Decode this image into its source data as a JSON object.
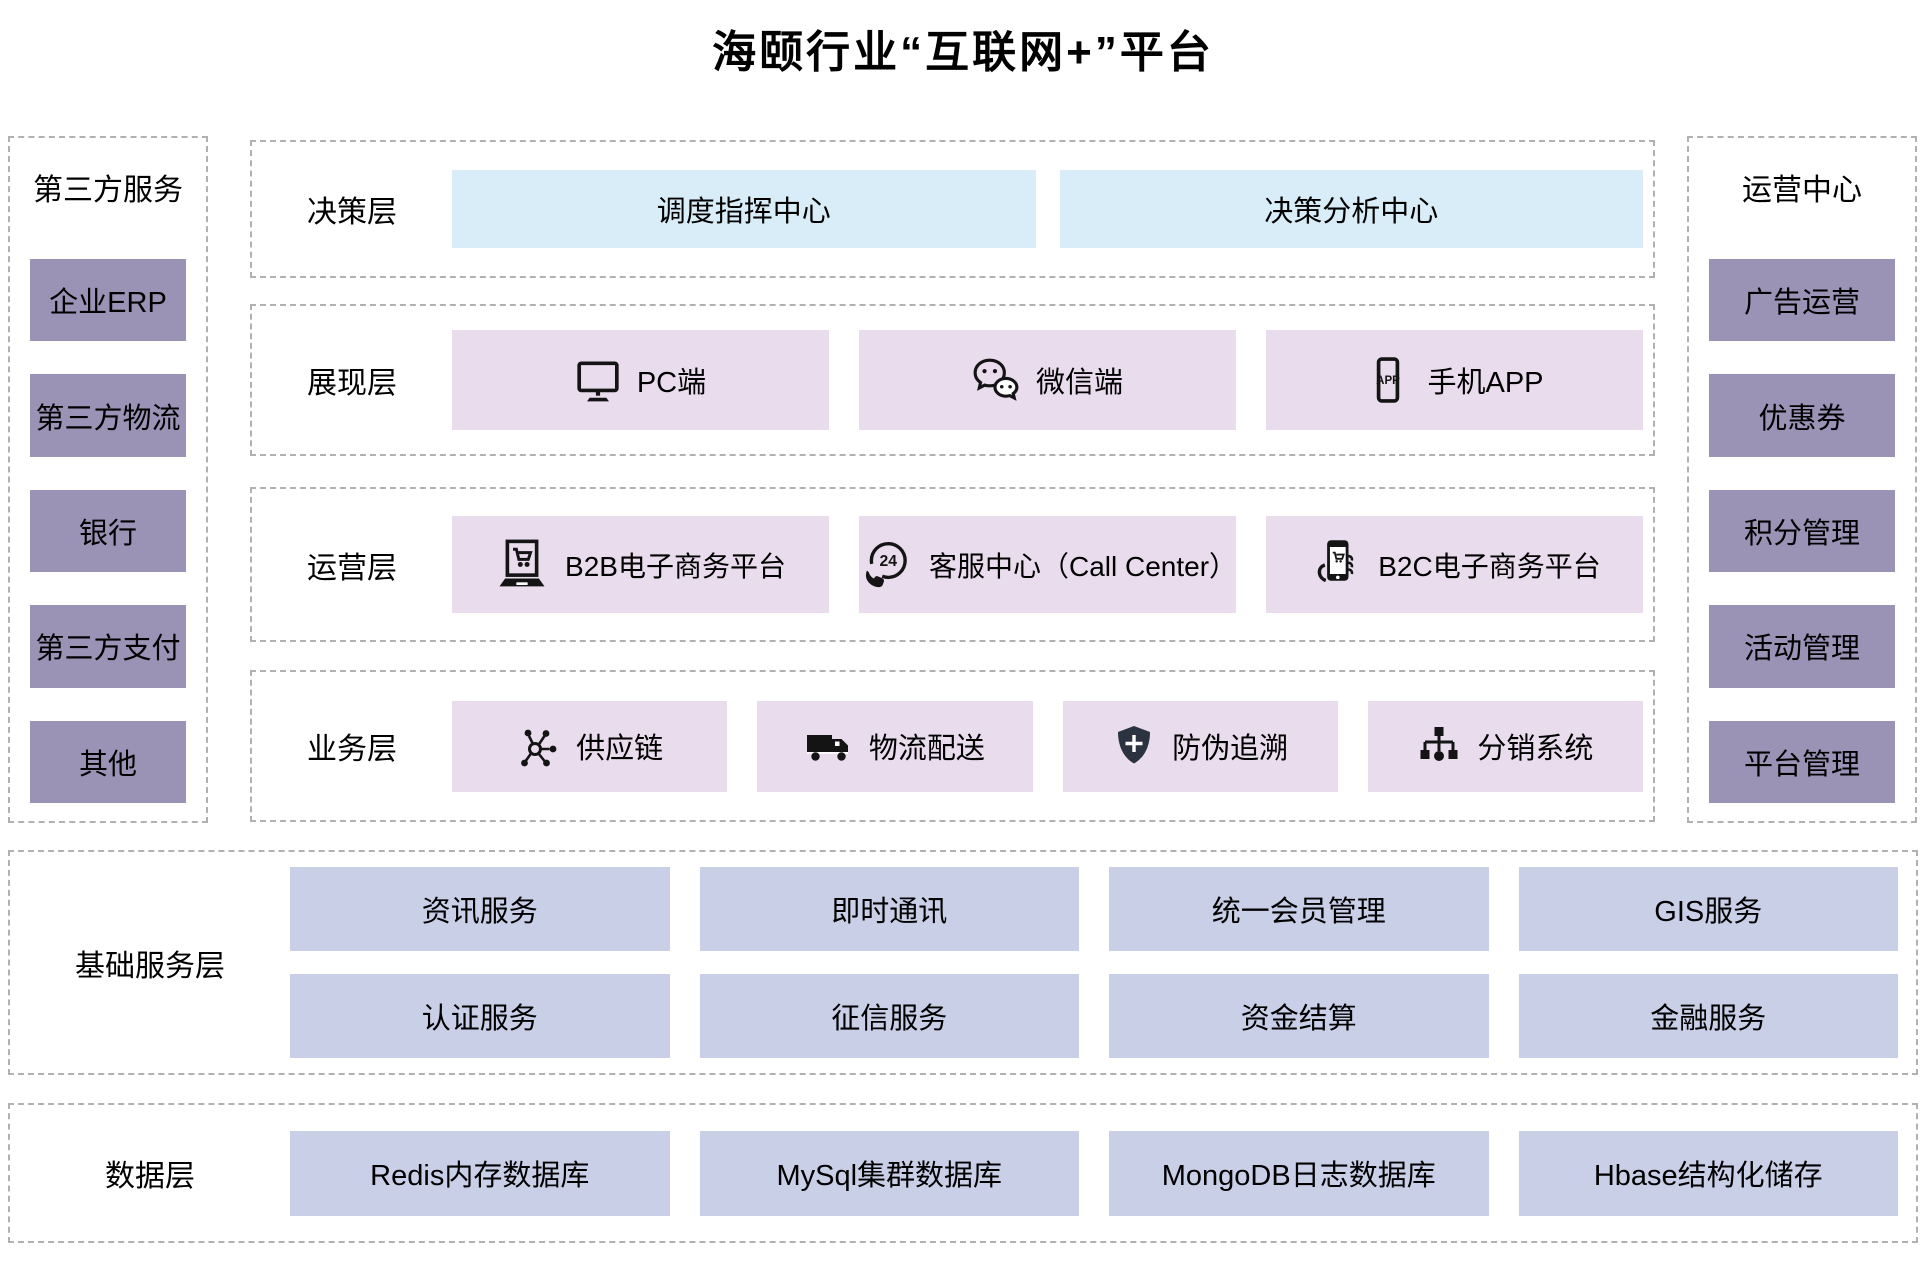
{
  "title": "海颐行业“互联网+”平台",
  "left_sidebar": {
    "title": "第三方服务",
    "items": [
      "企业ERP",
      "第三方物流",
      "银行",
      "第三方支付",
      "其他"
    ]
  },
  "right_sidebar": {
    "title": "运营中心",
    "items": [
      "广告运营",
      "优惠券",
      "积分管理",
      "活动管理",
      "平台管理"
    ]
  },
  "layers": {
    "decision": {
      "label": "决策层",
      "boxes": [
        "调度指挥中心",
        "决策分析中心"
      ]
    },
    "presentation": {
      "label": "展现层",
      "boxes": [
        {
          "icon": "monitor-icon",
          "label": "PC端"
        },
        {
          "icon": "wechat-icon",
          "label": "微信端"
        },
        {
          "icon": "mobile-app-icon",
          "label": "手机APP"
        }
      ]
    },
    "operation": {
      "label": "运营层",
      "boxes": [
        {
          "icon": "b2b-cart-laptop-icon",
          "label": "B2B电子商务平台"
        },
        {
          "icon": "callcenter-24-icon",
          "label": "客服中心（Call Center）"
        },
        {
          "icon": "b2c-phone-cart-icon",
          "label": "B2C电子商务平台"
        }
      ]
    },
    "business": {
      "label": "业务层",
      "boxes": [
        {
          "icon": "supply-network-icon",
          "label": "供应链"
        },
        {
          "icon": "truck-icon",
          "label": "物流配送"
        },
        {
          "icon": "shield-icon",
          "label": "防伪追溯"
        },
        {
          "icon": "hierarchy-icon",
          "label": "分销系统"
        }
      ]
    }
  },
  "base_services": {
    "label": "基础服务层",
    "items": [
      "资讯服务",
      "即时通讯",
      "统一会员管理",
      "GIS服务",
      "认证服务",
      "征信服务",
      "资金结算",
      "金融服务"
    ]
  },
  "data_layer": {
    "label": "数据层",
    "items": [
      "Redis内存数据库",
      "MySql集群数据库",
      "MongoDB日志数据库",
      "Hbase结构化储存"
    ]
  },
  "colors": {
    "purple_box": "#9a93b6",
    "blue_box": "#d9edf8",
    "pink_box": "#e9dcec",
    "lavender_box": "#c9cfe7",
    "dashed_border": "#b1b1b1",
    "icon": "#141414",
    "shield": "#2b3240",
    "text": "#000000"
  }
}
